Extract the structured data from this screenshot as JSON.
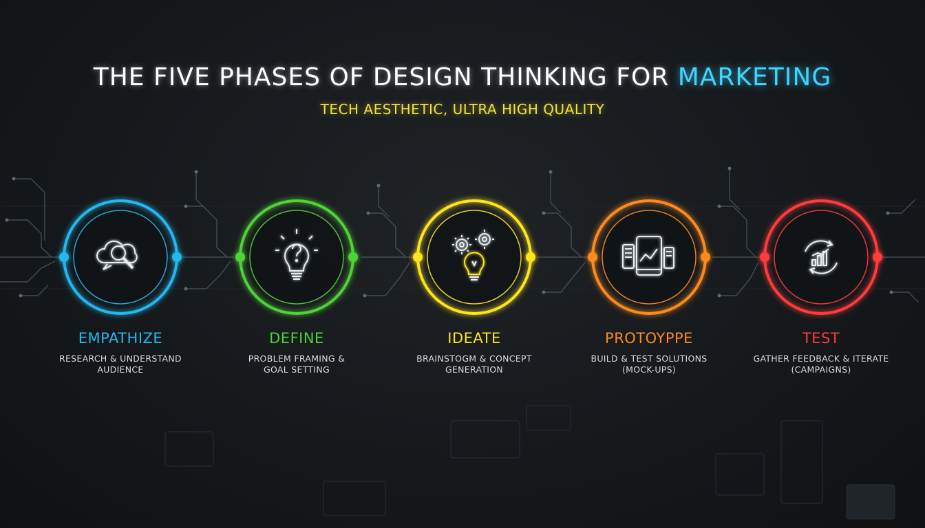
{
  "header": {
    "title_main": "THE FIVE PHASES OF DESIGN THINKING FOR ",
    "title_accent": "MARKETING",
    "subtitle": "TECH AESTHETIC, ULTRA HIGH QUALITY"
  },
  "colors": {
    "empathize": "#22b8f0",
    "define": "#4fd336",
    "ideate": "#ffe41c",
    "prototype": "#ff8a1e",
    "test": "#ff3b3b",
    "title_accent": "#3fd4ff",
    "subtitle": "#f2e23a"
  },
  "phases": [
    {
      "name": "EMPATHIZE",
      "description": "RESEARCH & UNDERSTAND\nAUDIENCE",
      "icon": "search-cloud-icon",
      "color": "#22b8f0"
    },
    {
      "name": "DEFINE",
      "description": "PROBLEM FRAMING &\nGOAL SETTING",
      "icon": "question-bulb-icon",
      "color": "#4fd336"
    },
    {
      "name": "IDEATE",
      "description": "BRAINSTOGM & CONCEPT\nGENERATION",
      "icon": "gears-bulb-icon",
      "color": "#ffe41c"
    },
    {
      "name": "PROTOYPPE",
      "description": "BUILD & TEST SOLUTIONS\n(MOCK-UPS)",
      "icon": "tablet-chart-icon",
      "color": "#ff8a1e"
    },
    {
      "name": "TEST",
      "description": "GATHER FEEDBACK & ITERATE\n(CAMPAIGNS)",
      "icon": "cycle-chart-icon",
      "color": "#ff3b3b"
    }
  ]
}
